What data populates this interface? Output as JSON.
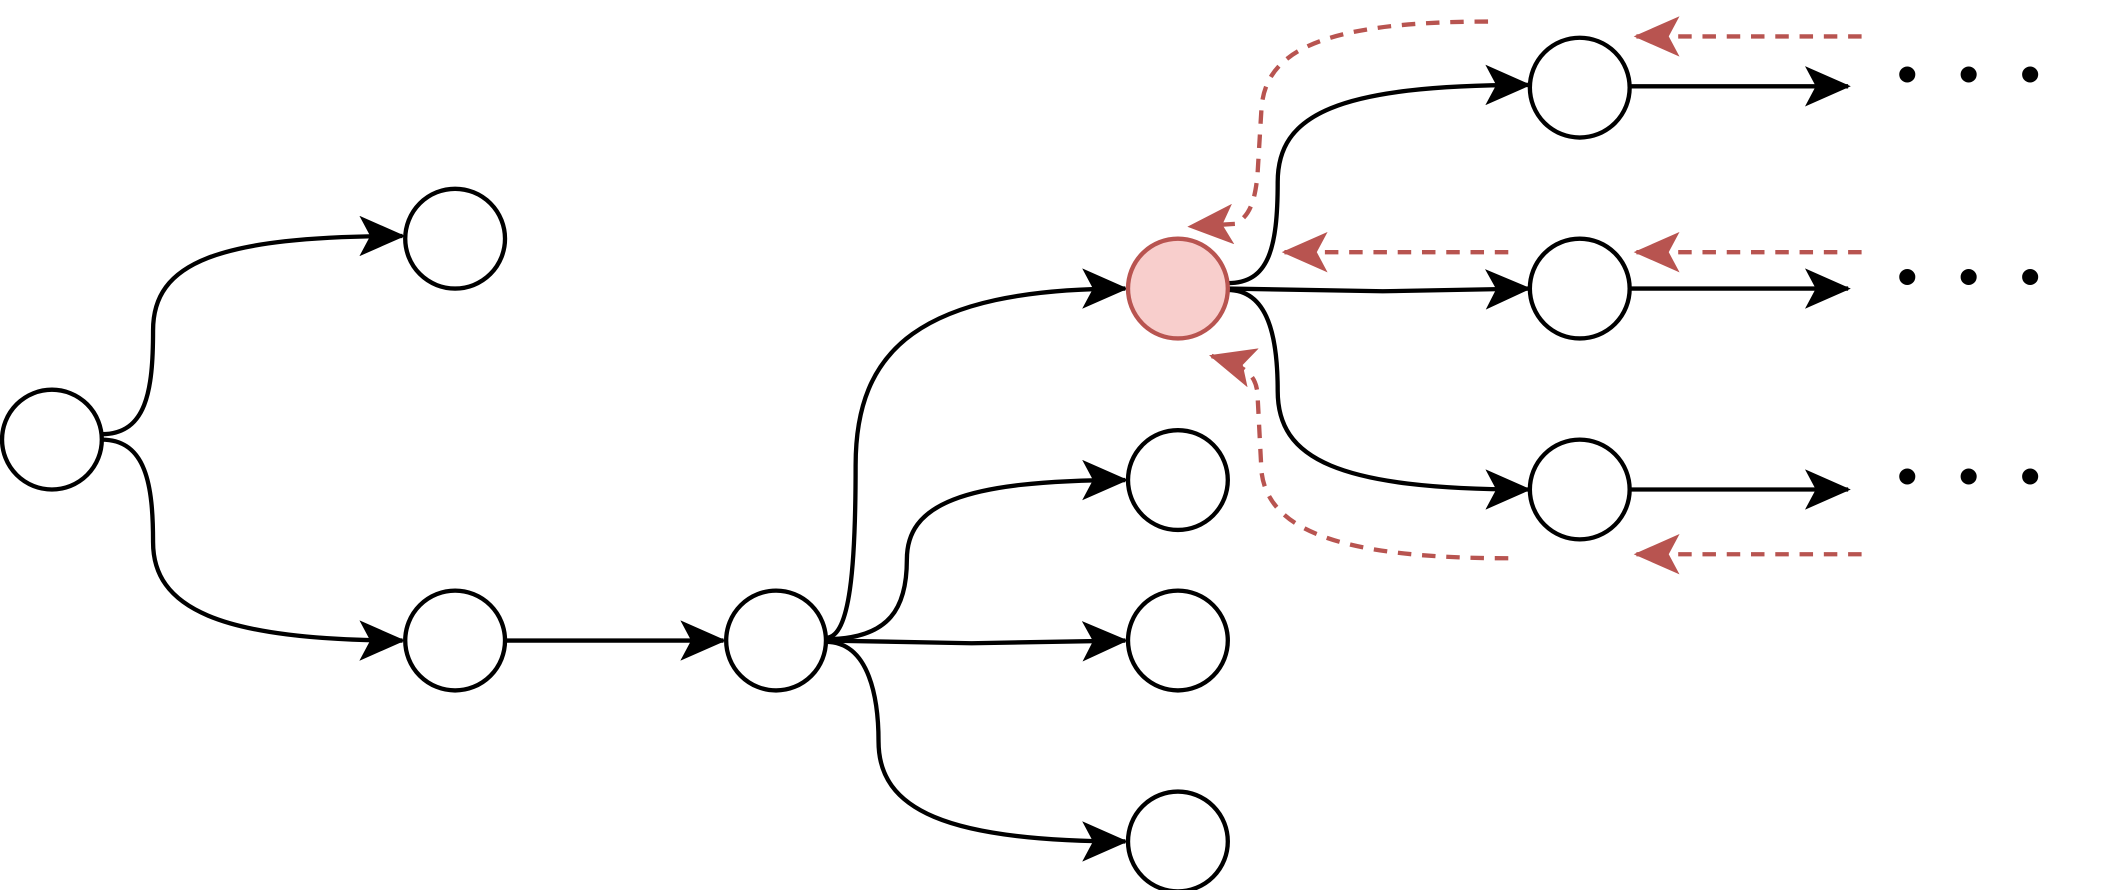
{
  "colors": {
    "edge": "#000000",
    "backtrack": "#b85450",
    "highlight_fill": "#f8cecc",
    "highlight_stroke": "#b85450",
    "node_fill": "#ffffff"
  },
  "diagram": {
    "type": "tree-search",
    "ellipsis": "• • •",
    "nodes": [
      {
        "id": "root"
      },
      {
        "id": "a1"
      },
      {
        "id": "a2"
      },
      {
        "id": "b1"
      },
      {
        "id": "current",
        "highlighted": true
      },
      {
        "id": "c2"
      },
      {
        "id": "c3"
      },
      {
        "id": "c4"
      },
      {
        "id": "d1"
      },
      {
        "id": "d2"
      },
      {
        "id": "d3"
      }
    ],
    "edges": [
      [
        "root",
        "a1"
      ],
      [
        "root",
        "a2"
      ],
      [
        "a2",
        "b1"
      ],
      [
        "b1",
        "current"
      ],
      [
        "b1",
        "c2"
      ],
      [
        "b1",
        "c3"
      ],
      [
        "b1",
        "c4"
      ],
      [
        "current",
        "d1"
      ],
      [
        "current",
        "d2"
      ],
      [
        "current",
        "d3"
      ]
    ],
    "backtrack_edges": [
      [
        "d1",
        "current"
      ],
      [
        "d2",
        "current"
      ],
      [
        "d3",
        "current"
      ]
    ]
  }
}
